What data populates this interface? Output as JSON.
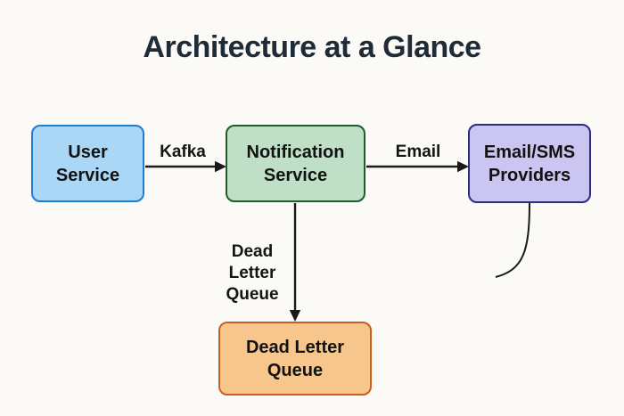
{
  "diagram": {
    "title": "Architecture at a Glance",
    "nodes": [
      {
        "id": "user-service",
        "label": "User\nService",
        "fill": "#a9d7f5",
        "border": "#1b7ed3"
      },
      {
        "id": "notification-service",
        "label": "Notification\nService",
        "fill": "#bfe0c6",
        "border": "#1e5b2f"
      },
      {
        "id": "email-sms-providers",
        "label": "Email/SMS\nProviders",
        "fill": "#cbc5f1",
        "border": "#2b2b82"
      },
      {
        "id": "dead-letter-queue",
        "label": "Dead Letter\nQueue",
        "fill": "#f7c68d",
        "border": "#cc5f1f"
      }
    ],
    "edges": [
      {
        "from": "user-service",
        "to": "notification-service",
        "label": "Kafka"
      },
      {
        "from": "notification-service",
        "to": "email-sms-providers",
        "label": "Email"
      },
      {
        "from": "notification-service",
        "to": "dead-letter-queue",
        "label": "Dead\nLetter\nQueue"
      }
    ],
    "colors": {
      "background": "#fbfaf7",
      "line": "#191919",
      "title_text": "#202b38",
      "node_text": "#121212"
    }
  }
}
